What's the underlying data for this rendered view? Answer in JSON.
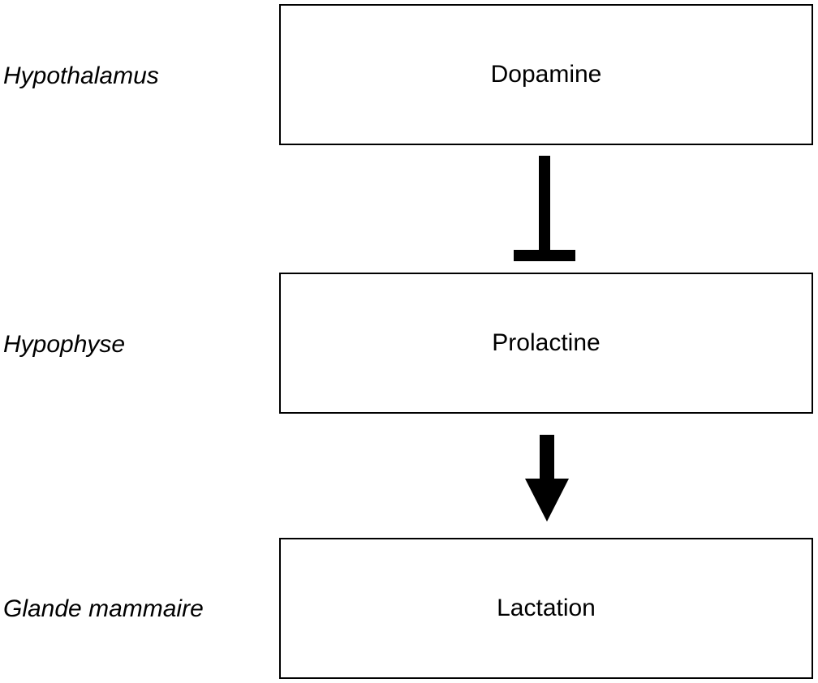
{
  "levels": [
    {
      "label": "Hypothalamus",
      "substance": "Dopamine"
    },
    {
      "label": "Hypophyse",
      "substance": "Prolactine"
    },
    {
      "label": "Glande mammaire",
      "substance": "Lactation"
    }
  ],
  "relations": [
    {
      "from": "Dopamine",
      "to": "Prolactine",
      "kind": "inhibition"
    },
    {
      "from": "Prolactine",
      "to": "Lactation",
      "kind": "stimulation"
    }
  ],
  "colors": {
    "stroke": "#000000",
    "background": "#ffffff"
  }
}
